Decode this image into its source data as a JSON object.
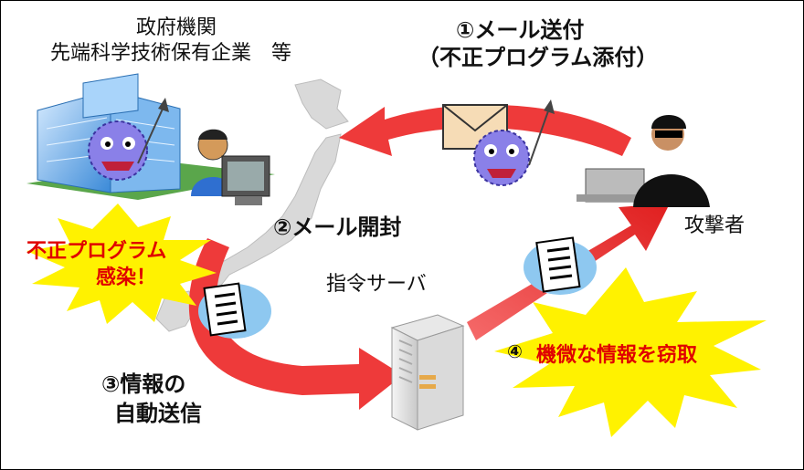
{
  "target": {
    "line1": "政府機関",
    "line2": "先端科学技術保有企業　等"
  },
  "step1": {
    "line1": "①メール送付",
    "line2": "（不正プログラム添付）"
  },
  "step2": {
    "label": "②メール開封"
  },
  "server": {
    "label": "指令サーバ"
  },
  "attacker": {
    "label": "攻撃者"
  },
  "step3": {
    "line1": "③情報の",
    "line2": "自動送信"
  },
  "step4": {
    "number": "④",
    "text": "機微な情報を窃取"
  },
  "infection": {
    "line1": "不正プログラム",
    "line2": "感染！"
  },
  "colors": {
    "arrow": "#ee3a3a",
    "burst": "#fff200",
    "alert_text": "#e00000",
    "virus": "#8a80e8",
    "doc_bubble": "#8ec8f0"
  }
}
